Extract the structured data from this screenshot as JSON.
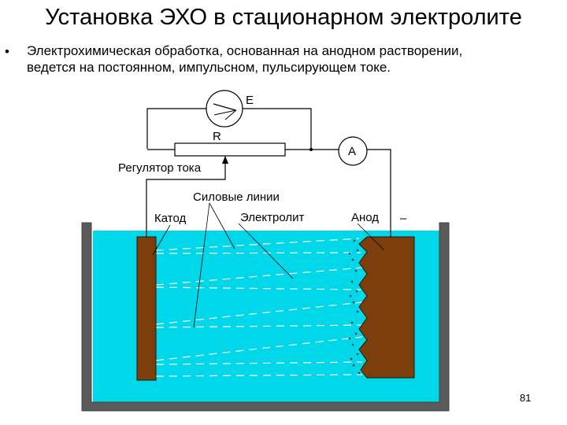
{
  "slide": {
    "title": "Установка ЭХО в стационарном электролите",
    "bullet_marker": "•",
    "bullet_line1": "Электрохимическая обработка, основанная на анодном растворении,",
    "bullet_line2": "ведется на постоянном, импульсном, пульсирующем токе.",
    "page_number": "81"
  },
  "diagram": {
    "voltmeter_label": "E",
    "resistor_label": "R",
    "ammeter_symbol": "A",
    "regulator_label": "Регулятор тока",
    "field_lines_label": "Силовые линии",
    "cathode_label": "Катод",
    "electrolyte_label": "Электролит",
    "anode_label": "Анод",
    "minus_sign": "–",
    "colors": {
      "electrolyte": "#00d8ea",
      "electrode": "#7c3e0c",
      "wire": "#000000"
    }
  }
}
